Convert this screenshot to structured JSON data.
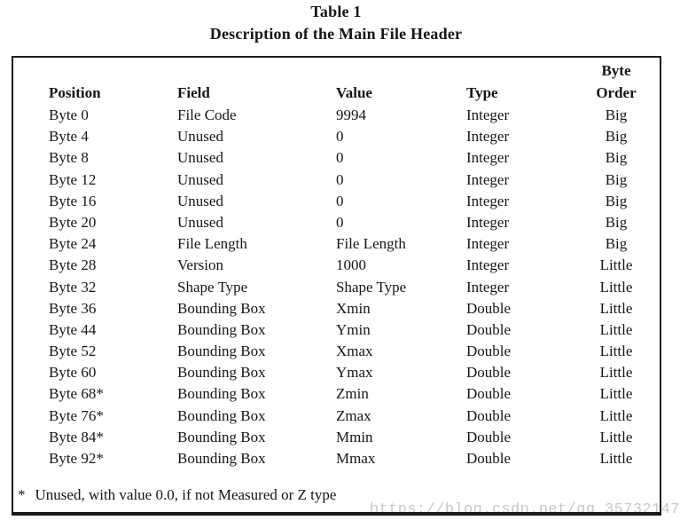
{
  "page": {
    "title_line1": "Table 1",
    "title_line2": "Description of the Main File Header"
  },
  "table": {
    "headers": {
      "position": "Position",
      "field": "Field",
      "value": "Value",
      "type": "Type",
      "byte_order_line1": "Byte",
      "byte_order_line2": "Order"
    },
    "rows": [
      {
        "position": "Byte 0",
        "field": "File Code",
        "value": "9994",
        "type": "Integer",
        "byte_order": "Big"
      },
      {
        "position": "Byte 4",
        "field": "Unused",
        "value": "0",
        "type": "Integer",
        "byte_order": "Big"
      },
      {
        "position": "Byte 8",
        "field": "Unused",
        "value": "0",
        "type": "Integer",
        "byte_order": "Big"
      },
      {
        "position": "Byte 12",
        "field": "Unused",
        "value": "0",
        "type": "Integer",
        "byte_order": "Big"
      },
      {
        "position": "Byte 16",
        "field": "Unused",
        "value": "0",
        "type": "Integer",
        "byte_order": "Big"
      },
      {
        "position": "Byte 20",
        "field": "Unused",
        "value": "0",
        "type": "Integer",
        "byte_order": "Big"
      },
      {
        "position": "Byte 24",
        "field": "File Length",
        "value": "File Length",
        "type": "Integer",
        "byte_order": "Big"
      },
      {
        "position": "Byte 28",
        "field": "Version",
        "value": "1000",
        "type": "Integer",
        "byte_order": "Little"
      },
      {
        "position": "Byte 32",
        "field": "Shape Type",
        "value": "Shape Type",
        "type": "Integer",
        "byte_order": "Little"
      },
      {
        "position": "Byte 36",
        "field": "Bounding Box",
        "value": "Xmin",
        "type": "Double",
        "byte_order": "Little"
      },
      {
        "position": "Byte 44",
        "field": "Bounding Box",
        "value": "Ymin",
        "type": "Double",
        "byte_order": "Little"
      },
      {
        "position": "Byte 52",
        "field": "Bounding Box",
        "value": "Xmax",
        "type": "Double",
        "byte_order": "Little"
      },
      {
        "position": "Byte 60",
        "field": "Bounding Box",
        "value": "Ymax",
        "type": "Double",
        "byte_order": "Little"
      },
      {
        "position": "Byte 68*",
        "field": "Bounding Box",
        "value": "Zmin",
        "type": "Double",
        "byte_order": "Little"
      },
      {
        "position": "Byte 76*",
        "field": "Bounding Box",
        "value": "Zmax",
        "type": "Double",
        "byte_order": "Little"
      },
      {
        "position": "Byte 84*",
        "field": "Bounding Box",
        "value": "Mmin",
        "type": "Double",
        "byte_order": "Little"
      },
      {
        "position": "Byte 92*",
        "field": "Bounding Box",
        "value": "Mmax",
        "type": "Double",
        "byte_order": "Little"
      }
    ],
    "footnote_marker": "*",
    "footnote": "Unused, with value 0.0, if not Measured or Z type"
  },
  "watermark": {
    "text": "https://blog.csdn.net/qq_35732147",
    "color": "#c8c8c8"
  },
  "colors": {
    "background": "#ffffff",
    "text": "#161616",
    "border": "#1b1b1b"
  }
}
